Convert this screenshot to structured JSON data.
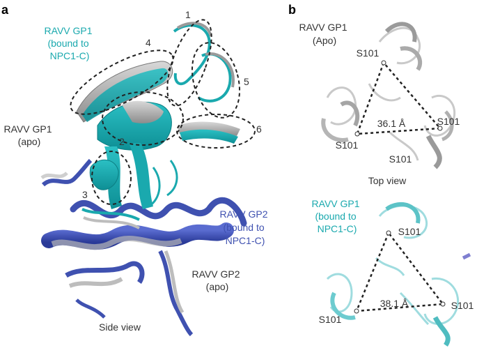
{
  "panel_a": {
    "letter": "a",
    "label_gp1_bound": [
      "RAVV GP1",
      "(bound to",
      "NPC1-C)"
    ],
    "label_gp1_apo": [
      "RAVV GP1",
      "(apo)"
    ],
    "label_gp2_bound": [
      "RAVV GP2",
      "(bound to",
      "NPC1-C)"
    ],
    "label_gp2_apo": [
      "RAVV GP2",
      "(apo)"
    ],
    "view_label": "Side view",
    "loop_numbers": [
      "1",
      "2",
      "3",
      "4",
      "5",
      "6"
    ]
  },
  "panel_b": {
    "letter": "b",
    "top": {
      "title": [
        "RAVV GP1",
        "(Apo)"
      ],
      "residues": [
        "S101",
        "S101",
        "S101"
      ],
      "distance": "36.1 Å",
      "view_label": "Top view"
    },
    "bottom": {
      "title": [
        "RAVV GP1",
        "(bound to",
        "NPC1-C)"
      ],
      "residues": [
        "S101",
        "S101",
        "S101"
      ],
      "distance": "38.1 Å"
    }
  },
  "colors": {
    "cyan": "#1aa9ae",
    "blue": "#3f51b0",
    "grey": "#9a9a9a",
    "light_grey": "#cfcfcf",
    "light_cyan": "#8fd3d6",
    "text_dark": "#333333"
  }
}
